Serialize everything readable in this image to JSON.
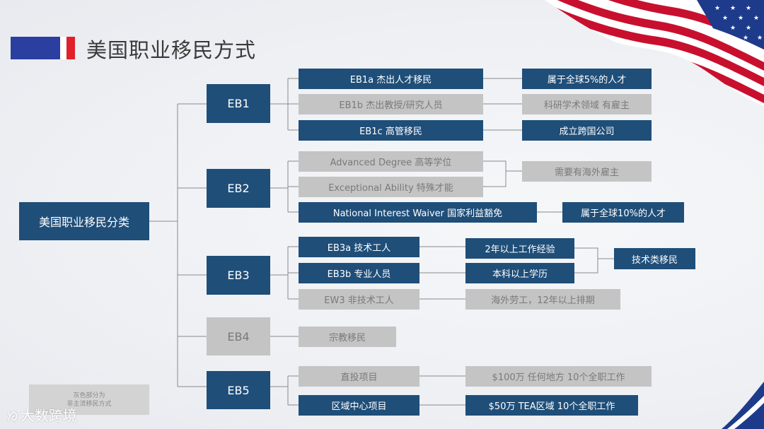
{
  "title": "美国职业移民方式",
  "root": "美国职业移民分类",
  "categories": {
    "eb1": "EB1",
    "eb2": "EB2",
    "eb3": "EB3",
    "eb4": "EB4",
    "eb5": "EB5"
  },
  "eb1": {
    "a": "EB1a 杰出人才移民",
    "a_note": "属于全球5%的人才",
    "b": "EB1b 杰出教授/研究人员",
    "b_note": "科研学术领域  有雇主",
    "c": "EB1c 高管移民",
    "c_note": "成立跨国公司"
  },
  "eb2": {
    "advanced": "Advanced Degree  高等学位",
    "exceptional": "Exceptional Ability 特殊才能",
    "shared_note": "需要有海外雇主",
    "niw": "National Interest Waiver 国家利益豁免",
    "niw_note": "属于全球10%的人才"
  },
  "eb3": {
    "a": "EB3a 技术工人",
    "a_note": "2年以上工作经验",
    "b": "EB3b 专业人员",
    "b_note": "本科以上学历",
    "shared_note": "技术类移民",
    "c": "EW3 非技术工人",
    "c_note": "海外劳工，12年以上排期"
  },
  "eb4": {
    "a": "宗教移民"
  },
  "eb5": {
    "a": "直投项目",
    "a_note": "$100万  任何地方  10个全职工作",
    "b": "区域中心项目",
    "b_note": "$50万  TEA区域 10个全职工作"
  },
  "legend": {
    "line1": "灰色部分为",
    "line2": "非主流移民方式"
  },
  "watermark": "大数跨境",
  "colors": {
    "primary": "#1f4e79",
    "secondary": "#c4c4c4",
    "flag_blue": "#2b3fa0",
    "flag_red": "#e0202a"
  },
  "icons": {
    "flag": "us-flag",
    "watermark": "wechat-logo"
  }
}
